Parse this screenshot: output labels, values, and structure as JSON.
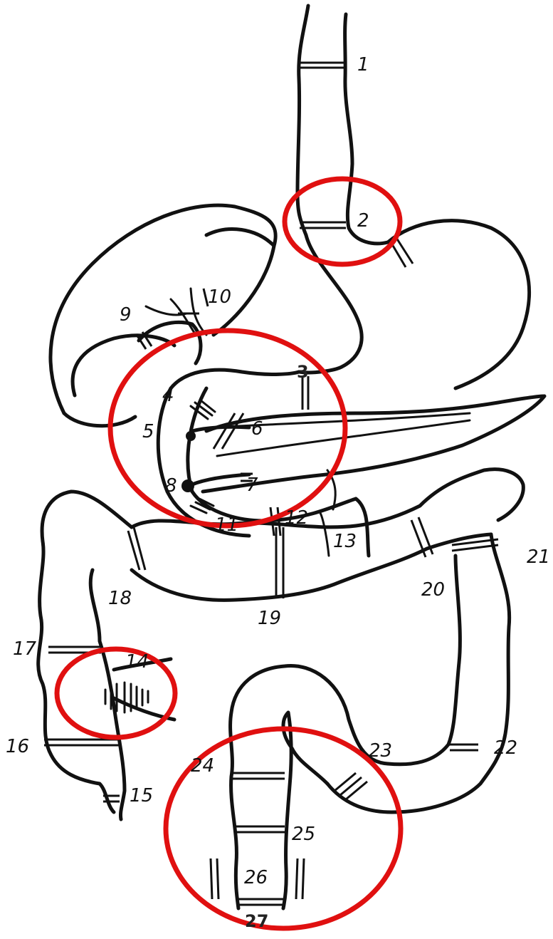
{
  "labels": {
    "l1": "1",
    "l2": "2",
    "l3": "3",
    "l4": "4",
    "l5": "5",
    "l6": "6",
    "l7": "7",
    "l8": "8",
    "l9": "9",
    "l10": "10",
    "l11": "11",
    "l12": "12",
    "l13": "13",
    "l14": "14",
    "l15": "15",
    "l16": "16",
    "l17": "17",
    "l18": "18",
    "l19": "19",
    "l20": "20",
    "l21": "21",
    "l22": "22",
    "l23": "23",
    "l24": "24",
    "l25": "25",
    "l26": "26",
    "l27": "27"
  },
  "highlight_color": "#e01010",
  "ink_color": "#111111"
}
